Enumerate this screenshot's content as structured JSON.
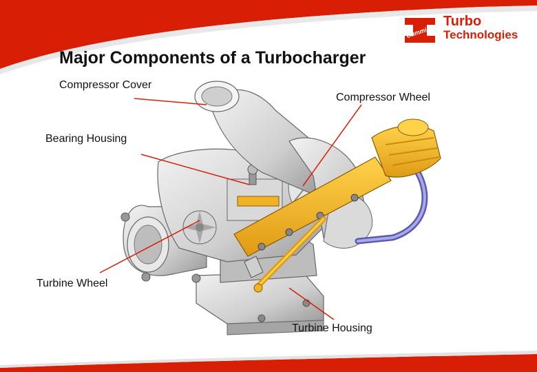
{
  "title": "Major Components of a Turbocharger",
  "logo": {
    "emblem_text": "Cummins",
    "line1": "Turbo",
    "line2": "Technologies",
    "brand_color": "#d81e05"
  },
  "labels": {
    "compressor_cover": "Compressor Cover",
    "compressor_wheel": "Compressor Wheel",
    "bearing_housing": "Bearing Housing",
    "turbine_wheel": "Turbine Wheel",
    "turbine_housing": "Turbine Housing"
  },
  "colors": {
    "accent": "#d81e05",
    "actuator": "#f0b323",
    "housing": "#cfcfcf",
    "hose": "#7a7ac8"
  }
}
